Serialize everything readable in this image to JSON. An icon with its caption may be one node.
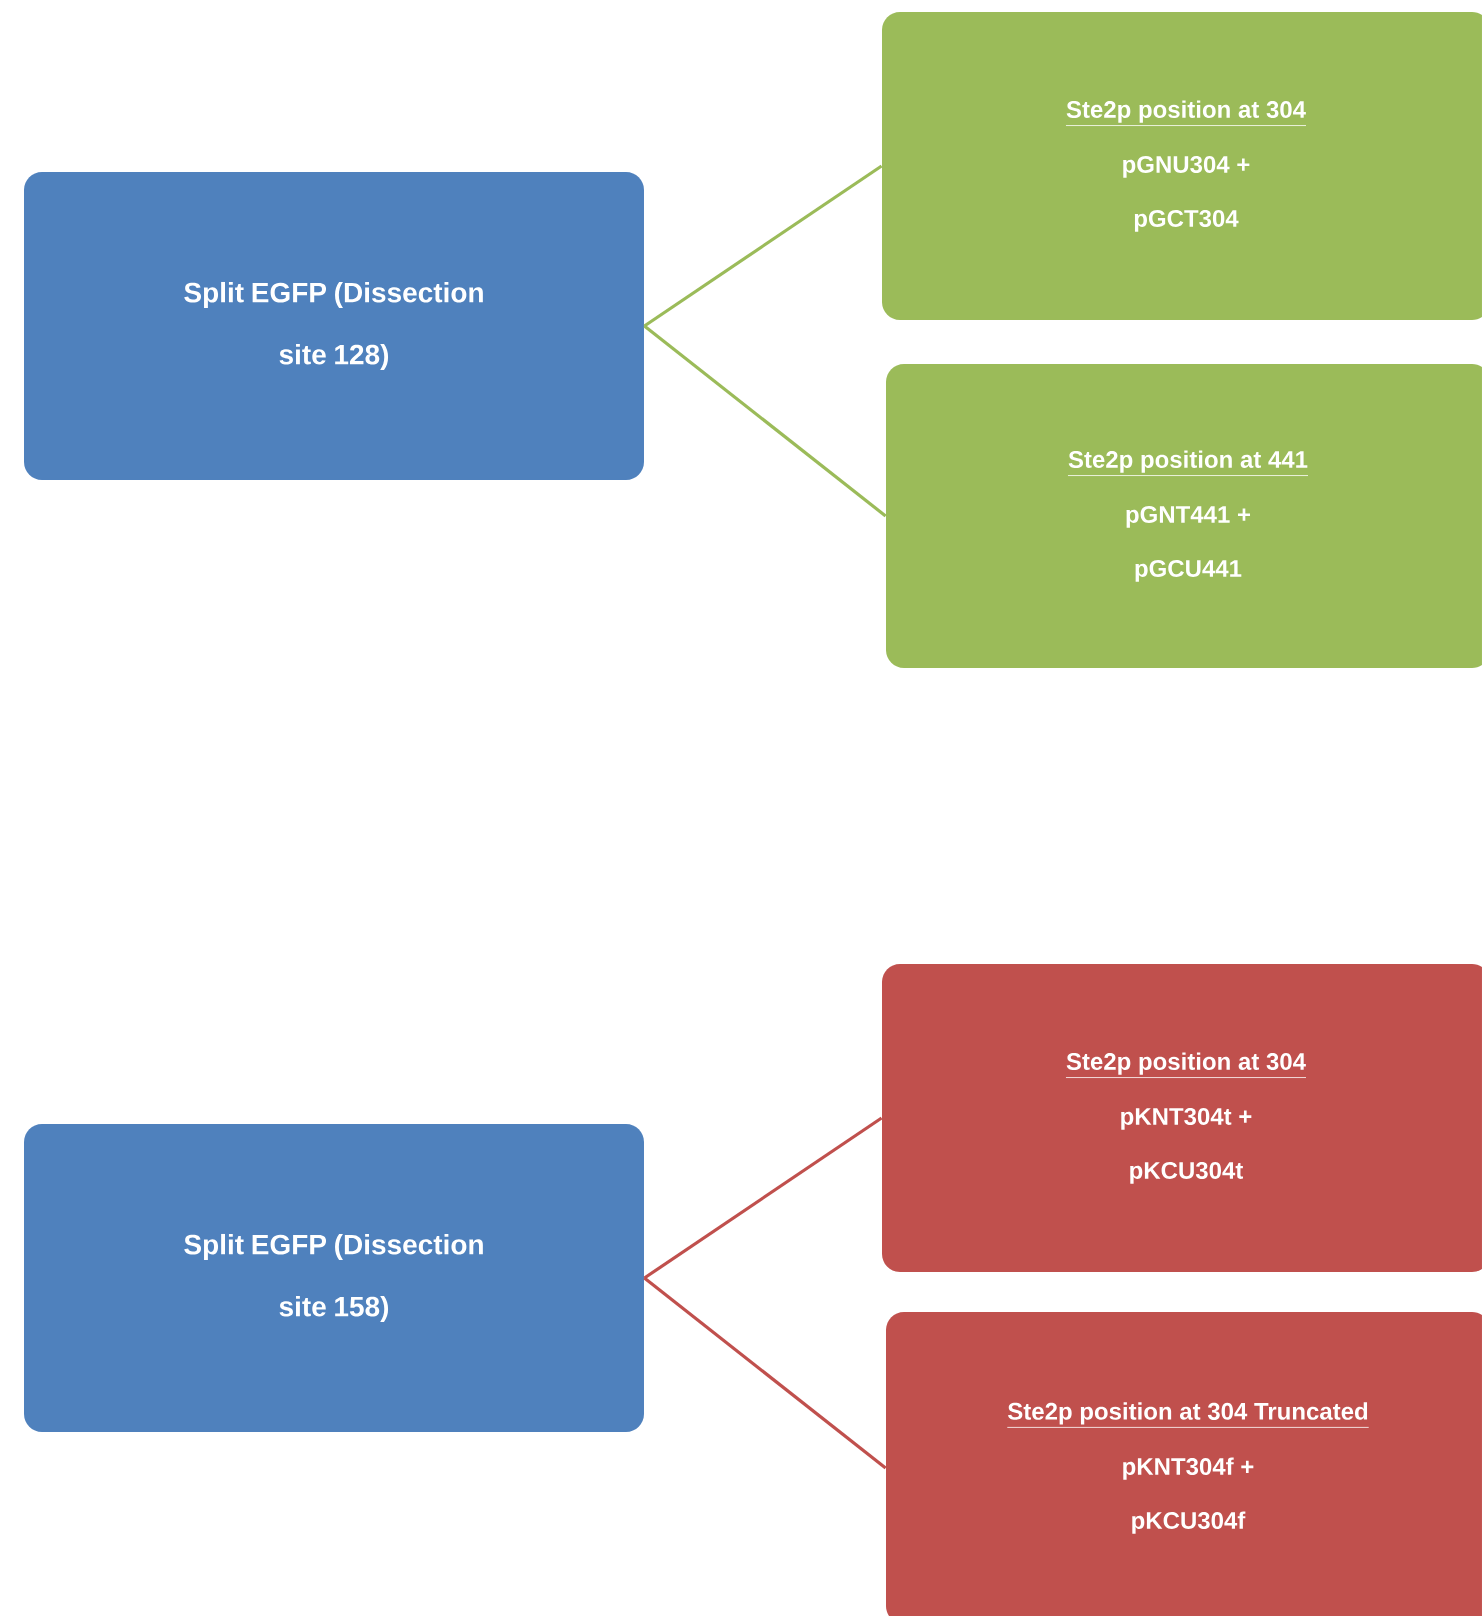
{
  "diagram": {
    "nodes": [
      {
        "text": [
          "Split EGFP (Dissection site 128)"
        ]
      },
      {
        "text": [
          "Ste2p position at 304",
          "pGNU304 + pGCT304"
        ]
      },
      {
        "text": [
          "Ste2p position at 441",
          "pGNT441 + pGCU441"
        ]
      },
      {
        "text": [
          "Split EGFP (Dissection site 158)"
        ]
      },
      {
        "text": [
          "Ste2p position at 304",
          "pKNT304t + pKCU304t"
        ]
      },
      {
        "text": [
          "Ste2p  position at 304 Truncated",
          "pKNT304f + pKCU304f"
        ]
      }
    ],
    "edges": [
      {
        "from": 0,
        "to": 1,
        "arrow": "none",
        "color": "#9bbb59"
      },
      {
        "from": 0,
        "to": 2,
        "arrow": "none",
        "color": "#9bbb59"
      },
      {
        "from": 3,
        "to": 4,
        "arrow": "none",
        "color": "#c0504d"
      },
      {
        "from": 3,
        "to": 5,
        "arrow": "none",
        "color": "#c0504d"
      }
    ]
  }
}
